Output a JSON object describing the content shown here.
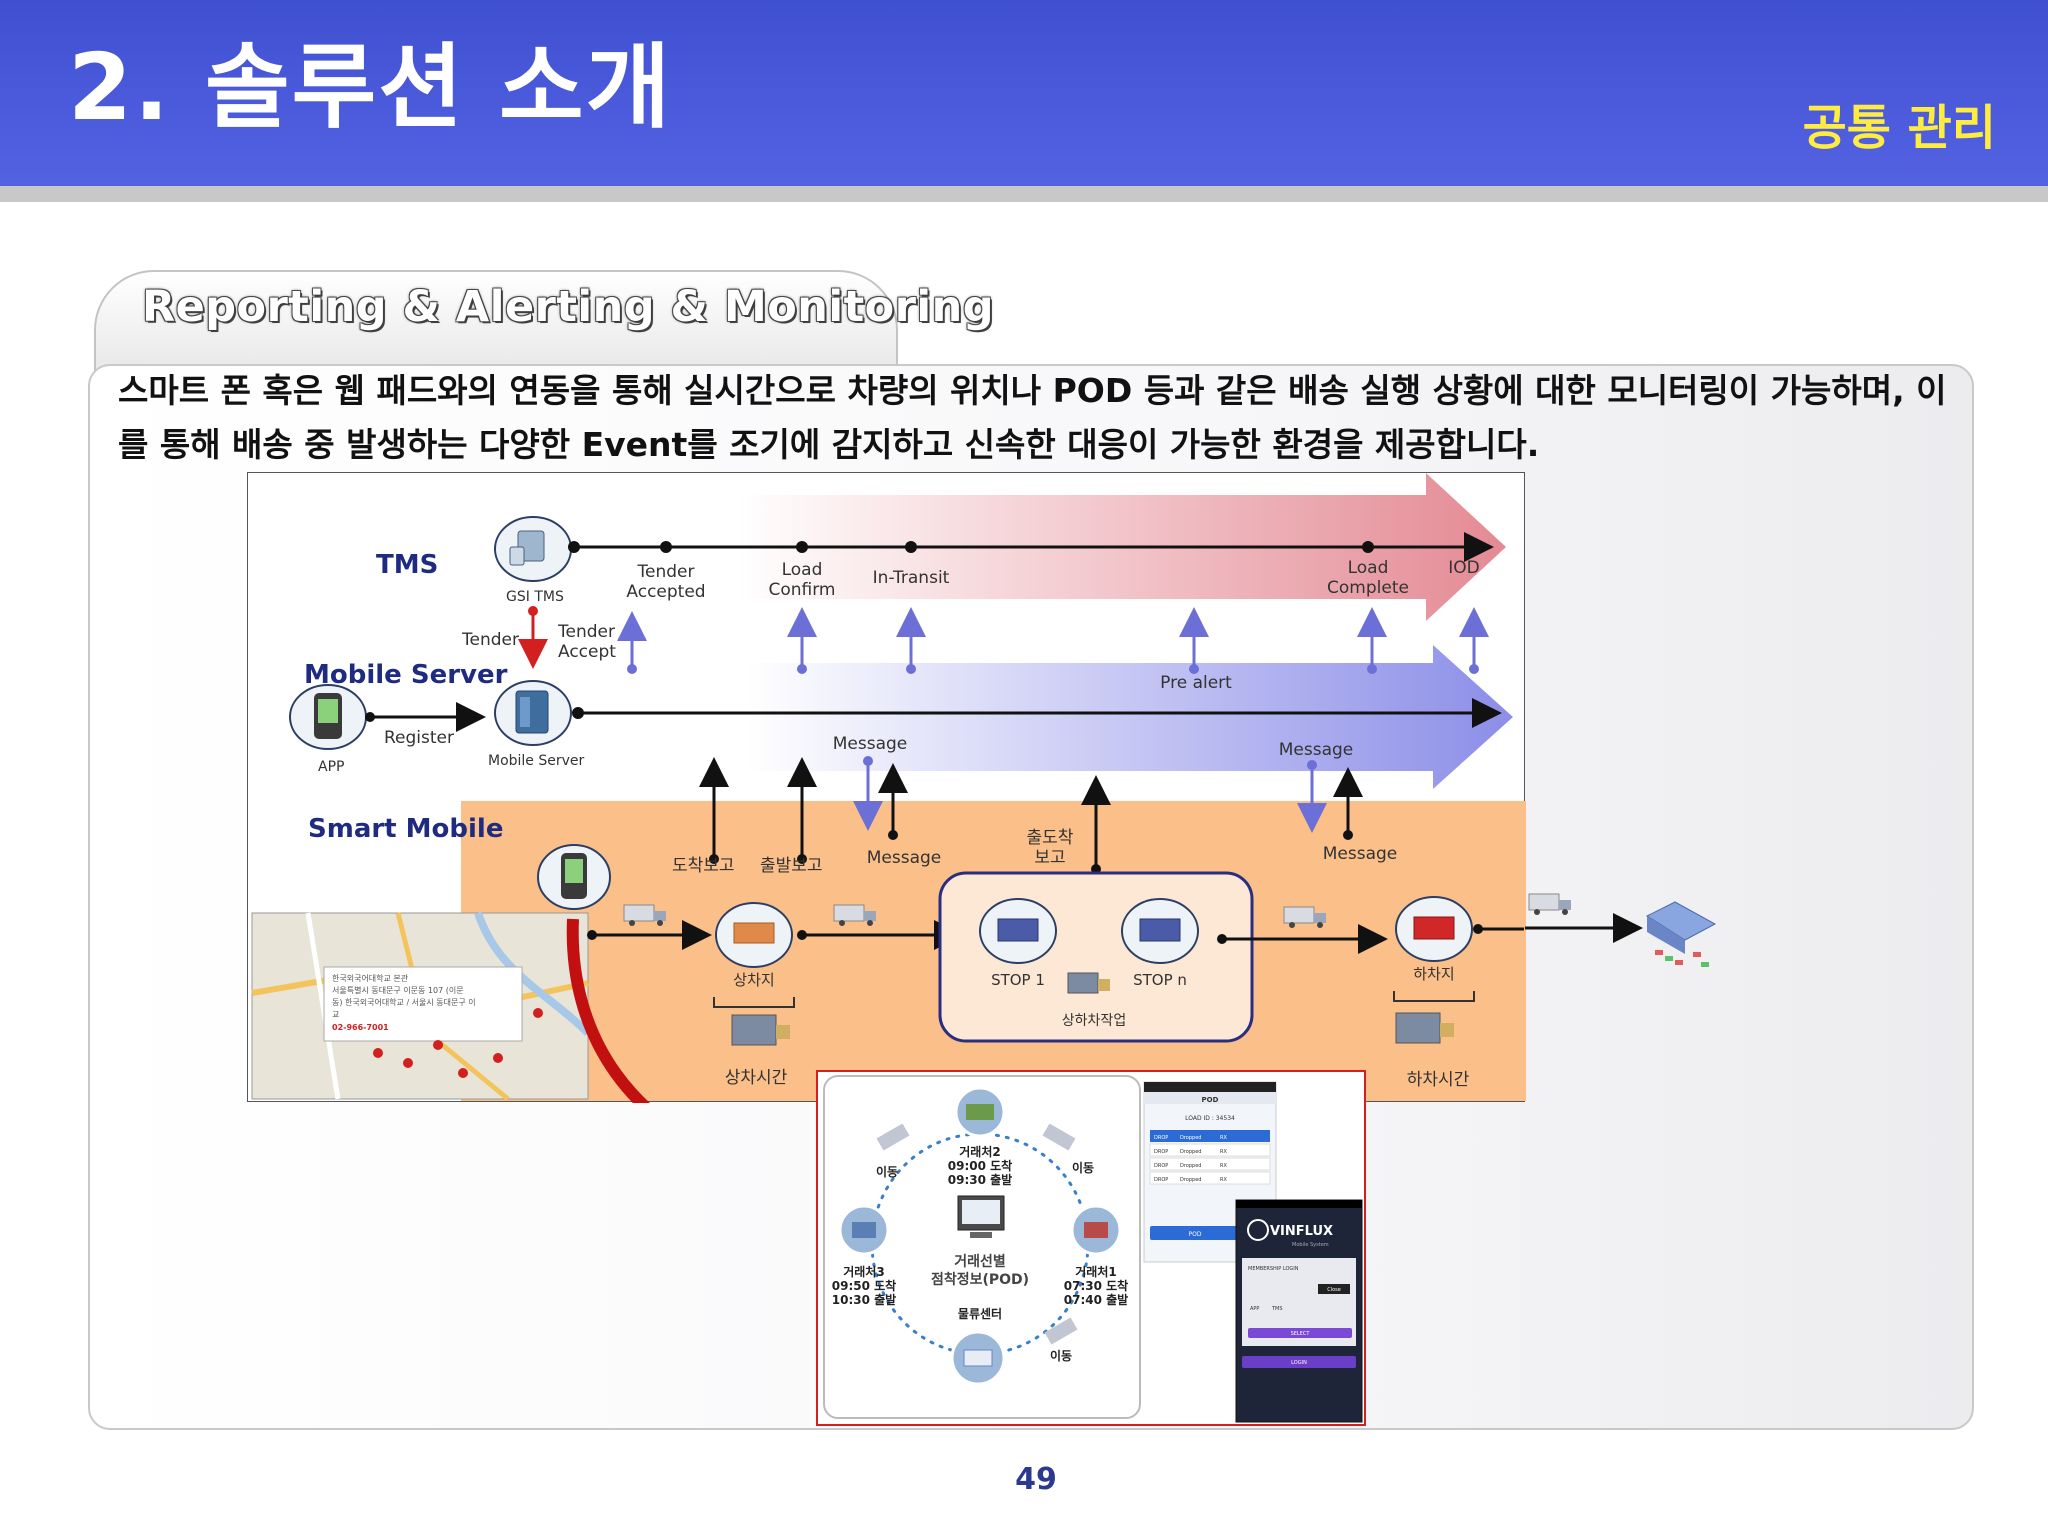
{
  "header": {
    "title": "2. 솔루션 소개",
    "section": "공통 관리"
  },
  "panel": {
    "tab_title": "Reporting & Alerting & Monitoring",
    "description": "스마트 폰 혹은 웹 패드와의 연동을 통해 실시간으로 차량의 위치나 POD 등과 같은 배송 실행 상황에 대한 모니터링이 가능하며, 이를 통해 배송 중 발생하는 다양한 Event를 조기에 감지하고 신속한 대응이 가능한 환경을 제공합니다."
  },
  "diagram": {
    "lanes": {
      "tms": "TMS",
      "mobile_server": "Mobile Server",
      "smart_mobile": "Smart Mobile"
    },
    "nodes": {
      "gsi_tms": "GSI TMS",
      "app": "APP",
      "mobile_server": "Mobile Server",
      "register": "Register",
      "tender": "Tender",
      "tender_accept": [
        "Tender",
        "Accept"
      ]
    },
    "tms_events": {
      "tender_accepted": [
        "Tender",
        "Accepted"
      ],
      "load_confirm": [
        "Load",
        "Confirm"
      ],
      "in_transit": "In-Transit",
      "load_complete": [
        "Load",
        "Complete"
      ],
      "iod": "IOD"
    },
    "server_labels": {
      "pre_alert": "Pre alert",
      "message_1": "Message",
      "message_2": "Message"
    },
    "mobile_labels": {
      "arrival_report": "도착보고",
      "departure_report": "출발보고",
      "message_1": "Message",
      "in_out_report": [
        "출도착",
        "보고"
      ],
      "message_2": "Message",
      "loading_site": "상차지",
      "loading_time": "상차시간",
      "stop_1": "STOP 1",
      "stop_n": "STOP n",
      "loading_work": "상하차작업",
      "unloading_site": "하차지",
      "unloading_time": "하차시간"
    },
    "map": {
      "address_lines": [
        "한국외국어대학교 본관",
        "서울특별시 동대문구 이문동 107 (이문",
        "동) 한국외국어대학교 / 서울시 동대문구 이",
        "교",
        "02-966-7001"
      ]
    }
  },
  "inset": {
    "cycle": {
      "center_title": "거래선별",
      "center_subtitle": "점착정보(POD)",
      "move": "이동",
      "client2": [
        "거래처2",
        "09:00 도착",
        "09:30 출발"
      ],
      "client3": [
        "거래처3",
        "09:50 도착",
        "10:30 출발"
      ],
      "client1": [
        "거래처1",
        "07:30 도착",
        "07:40 출발"
      ],
      "logistics_center": "물류센터"
    },
    "pod_screen": {
      "title": "POD",
      "load_id": "LOAD ID : 34534",
      "rows": [
        [
          "DROP",
          "Dropped",
          "RX"
        ],
        [
          "DROP",
          "Dropped",
          "RX"
        ],
        [
          "DROP",
          "Dropped",
          "RX"
        ],
        [
          "DROP",
          "Dropped",
          "RX"
        ]
      ],
      "button": "POD"
    },
    "login_screen": {
      "brand": "VINFLUX",
      "brand_sub": "Mobile System",
      "membership": "MEMBERSHIP LOGIN",
      "close": "Close",
      "app": "APP",
      "tms": "TMS",
      "select": "SELECT",
      "login": "LOGIN"
    }
  },
  "footer": {
    "page_number": "49"
  },
  "colors": {
    "header_blue": "#4655d8",
    "tag_yellow": "#ffec40",
    "smart_mobile_bg": "#fbbf8a",
    "tms_arrow": "#e48a94",
    "server_arrow": "#8c8ee8",
    "lane_label": "#1e2b80",
    "red_arrow": "#c21010"
  }
}
